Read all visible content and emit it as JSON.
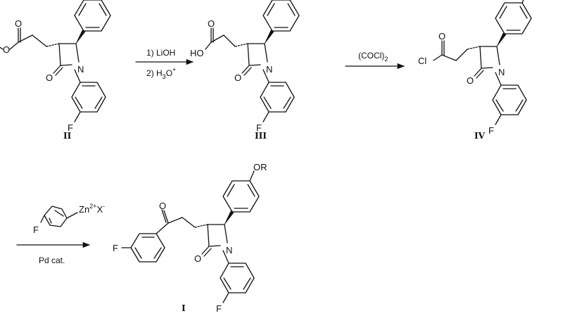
{
  "atoms": {
    "OR": "OR",
    "F": "F",
    "N": "N",
    "O": "O",
    "HO": "HO",
    "Cl": "Cl",
    "Zn": "Zn",
    "Zn_charge": "2+",
    "X": "X",
    "X_charge": "-"
  },
  "reagents": {
    "step1_line1": "1) LiOH",
    "step1_line2_a": "2) H",
    "step1_line2_sub": "3",
    "step1_line2_b": "O",
    "step1_line2_sup": "+",
    "step2_a": "(COCl)",
    "step2_sub": "2",
    "step3_below": "Pd cat."
  },
  "compounds": {
    "II": "II",
    "III": "III",
    "IV": "IV",
    "I": "I"
  }
}
